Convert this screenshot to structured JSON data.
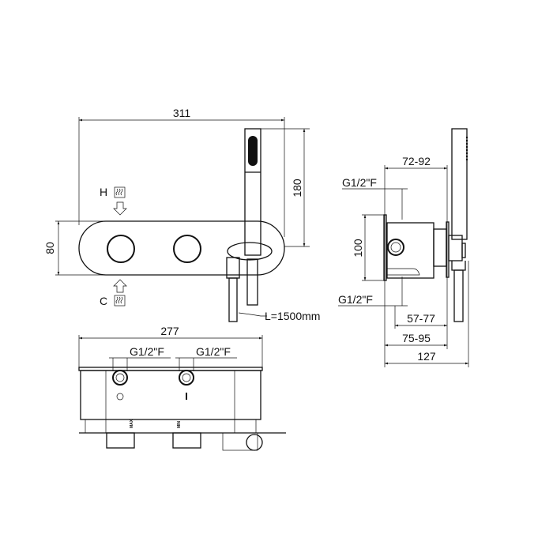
{
  "front_view": {
    "width_dim": "311",
    "height_dim": "80",
    "shower_dim": "180",
    "hose_label": "L=1500mm",
    "hot_label": "H",
    "cold_label": "C"
  },
  "top_view": {
    "width_dim": "277",
    "thread_left": "G1/2\"F",
    "thread_right": "G1/2\"F",
    "max_label": "MAX",
    "min_label": "MIN"
  },
  "side_view": {
    "depth_dim": "72-92",
    "height_dim": "100",
    "thread_top": "G1/2\"F",
    "thread_bottom": "G1/2\"F",
    "dim_a": "57-77",
    "dim_b": "75-95",
    "dim_total": "127"
  }
}
